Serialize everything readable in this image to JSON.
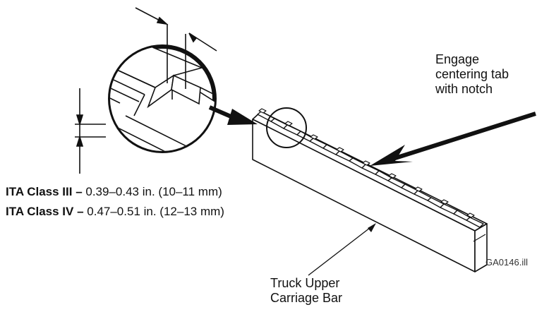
{
  "callouts": {
    "engage_line1": "Engage",
    "engage_line2": "centering tab",
    "engage_line3": "with notch",
    "truck_line1": "Truck Upper",
    "truck_line2": "Carriage Bar"
  },
  "specs": [
    {
      "label": "ITA Class III –",
      "value": " 0.39–0.43 in. (10–11 mm)"
    },
    {
      "label": "ITA Class IV –",
      "value": " 0.47–0.51 in. (12–13 mm)"
    }
  ],
  "figure_code": "GA0146.ill"
}
